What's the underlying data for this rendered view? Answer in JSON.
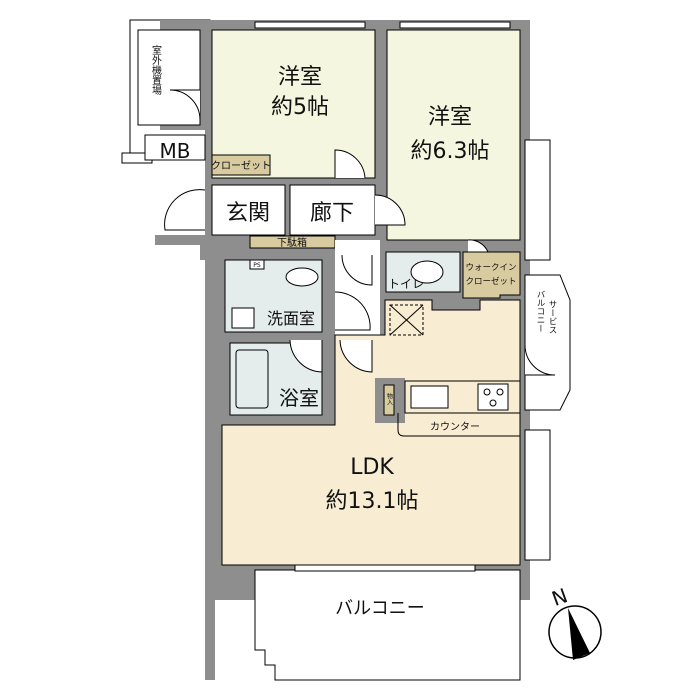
{
  "rooms": {
    "bedroom1": {
      "name": "洋室",
      "size": "約5帖"
    },
    "bedroom2": {
      "name": "洋室",
      "size": "約6.3帖"
    },
    "ldk": {
      "name": "LDK",
      "size": "約13.1帖"
    },
    "entrance": "玄関",
    "hallway": "廊下",
    "shoe_cabinet": "下駄箱",
    "closet": "クローゼット",
    "walk_in_closet_line1": "ウォークイン",
    "walk_in_closet_line2": "クローゼット",
    "toilet": "トイレ",
    "washroom": "洗面室",
    "bathroom": "浴室",
    "counter": "カウンター",
    "storage": "物入",
    "balcony": "バルコニー",
    "service_balcony_line1": "サービス",
    "service_balcony_line2": "バルコニー",
    "outdoor_unit_space": "室外機置場",
    "mb": "MB",
    "ps": "PS"
  },
  "compass": {
    "label": "N"
  },
  "colors": {
    "wall": "#8e8e8e",
    "bedroom": "#f5f6df",
    "ldk": "#f8ecd2",
    "closet": "#d8cba0",
    "wet_room": "#e4ecec"
  }
}
